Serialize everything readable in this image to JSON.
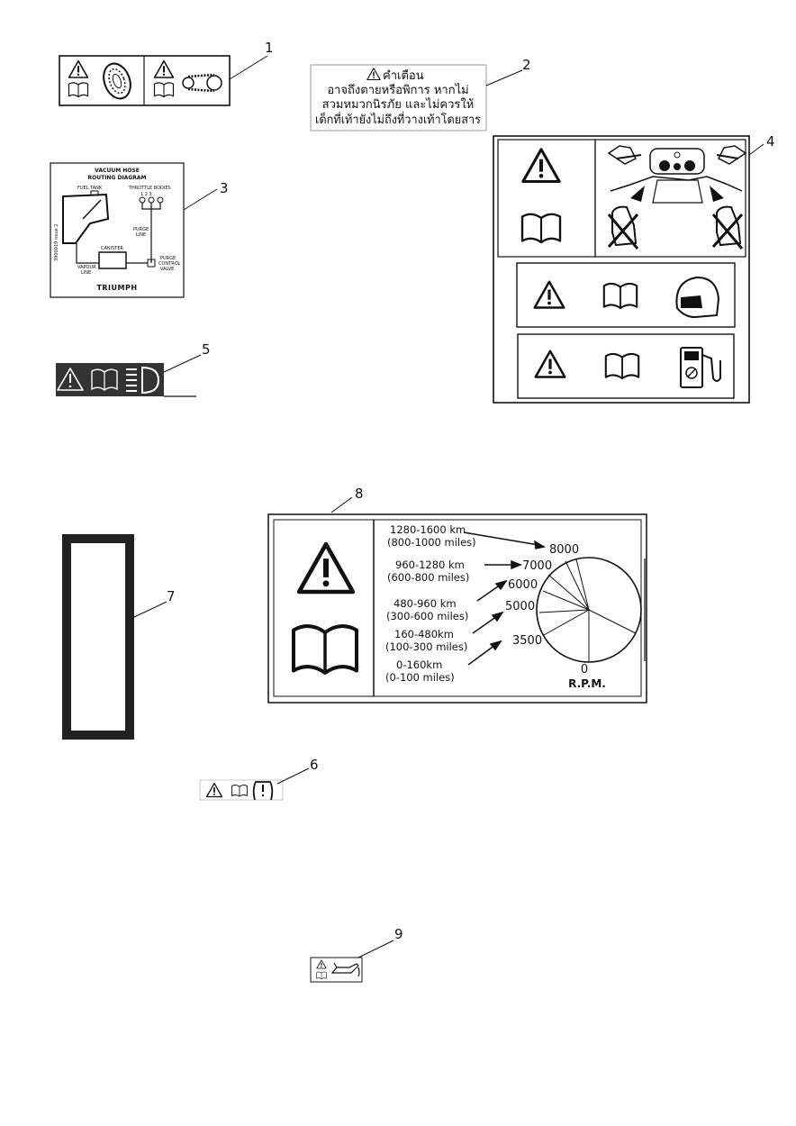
{
  "callouts": [
    "1",
    "2",
    "3",
    "4",
    "5",
    "6",
    "7",
    "8",
    "9"
  ],
  "decal2": {
    "line1": "คำเตือน",
    "line2": "อาจถึงตายหรือพิการ หากไม่",
    "line3": "สวมหมวกนิรภัย และไม่ควรให้",
    "line4": "เด็กที่เท้ายังไม่ถึงที่วางเท้าโดยสาร"
  },
  "decal3": {
    "title1": "VACUUM HOSE",
    "title2": "ROUTING DIAGRAM",
    "fuel_tank": "FUEL TANK",
    "throttle_bodies": "THROTTLE BODIES",
    "tb_numbers": "1   2   3",
    "purge_line1": "PURGE",
    "purge_line2": "LINE",
    "canister": "CANISTER",
    "vapour1": "VAPOUR",
    "vapour2": "LINE",
    "pcv1": "PURGE",
    "pcv2": "CONTROL",
    "pcv3": "VALVE",
    "part_no": "3900019 issue 2",
    "brand": "TRIUMPH"
  },
  "decal8": {
    "mileage": [
      {
        "km": "1280-1600 km",
        "miles": "(800-1000 miles)"
      },
      {
        "km": "960-1280 km",
        "miles": "(600-800 miles)"
      },
      {
        "km": "480-960 km",
        "miles": "(300-600 miles)"
      },
      {
        "km": "160-480km",
        "miles": "(100-300 miles)"
      },
      {
        "km": "0-160km",
        "miles": "(0-100 miles)"
      }
    ],
    "rpm_values": [
      "8000",
      "7000",
      "6000",
      "5000",
      "3500",
      "0"
    ],
    "rpm_label": "R.P.M."
  },
  "colors": {
    "ink": "#111111",
    "decal5_bg": "#333333",
    "paper": "#ffffff"
  }
}
